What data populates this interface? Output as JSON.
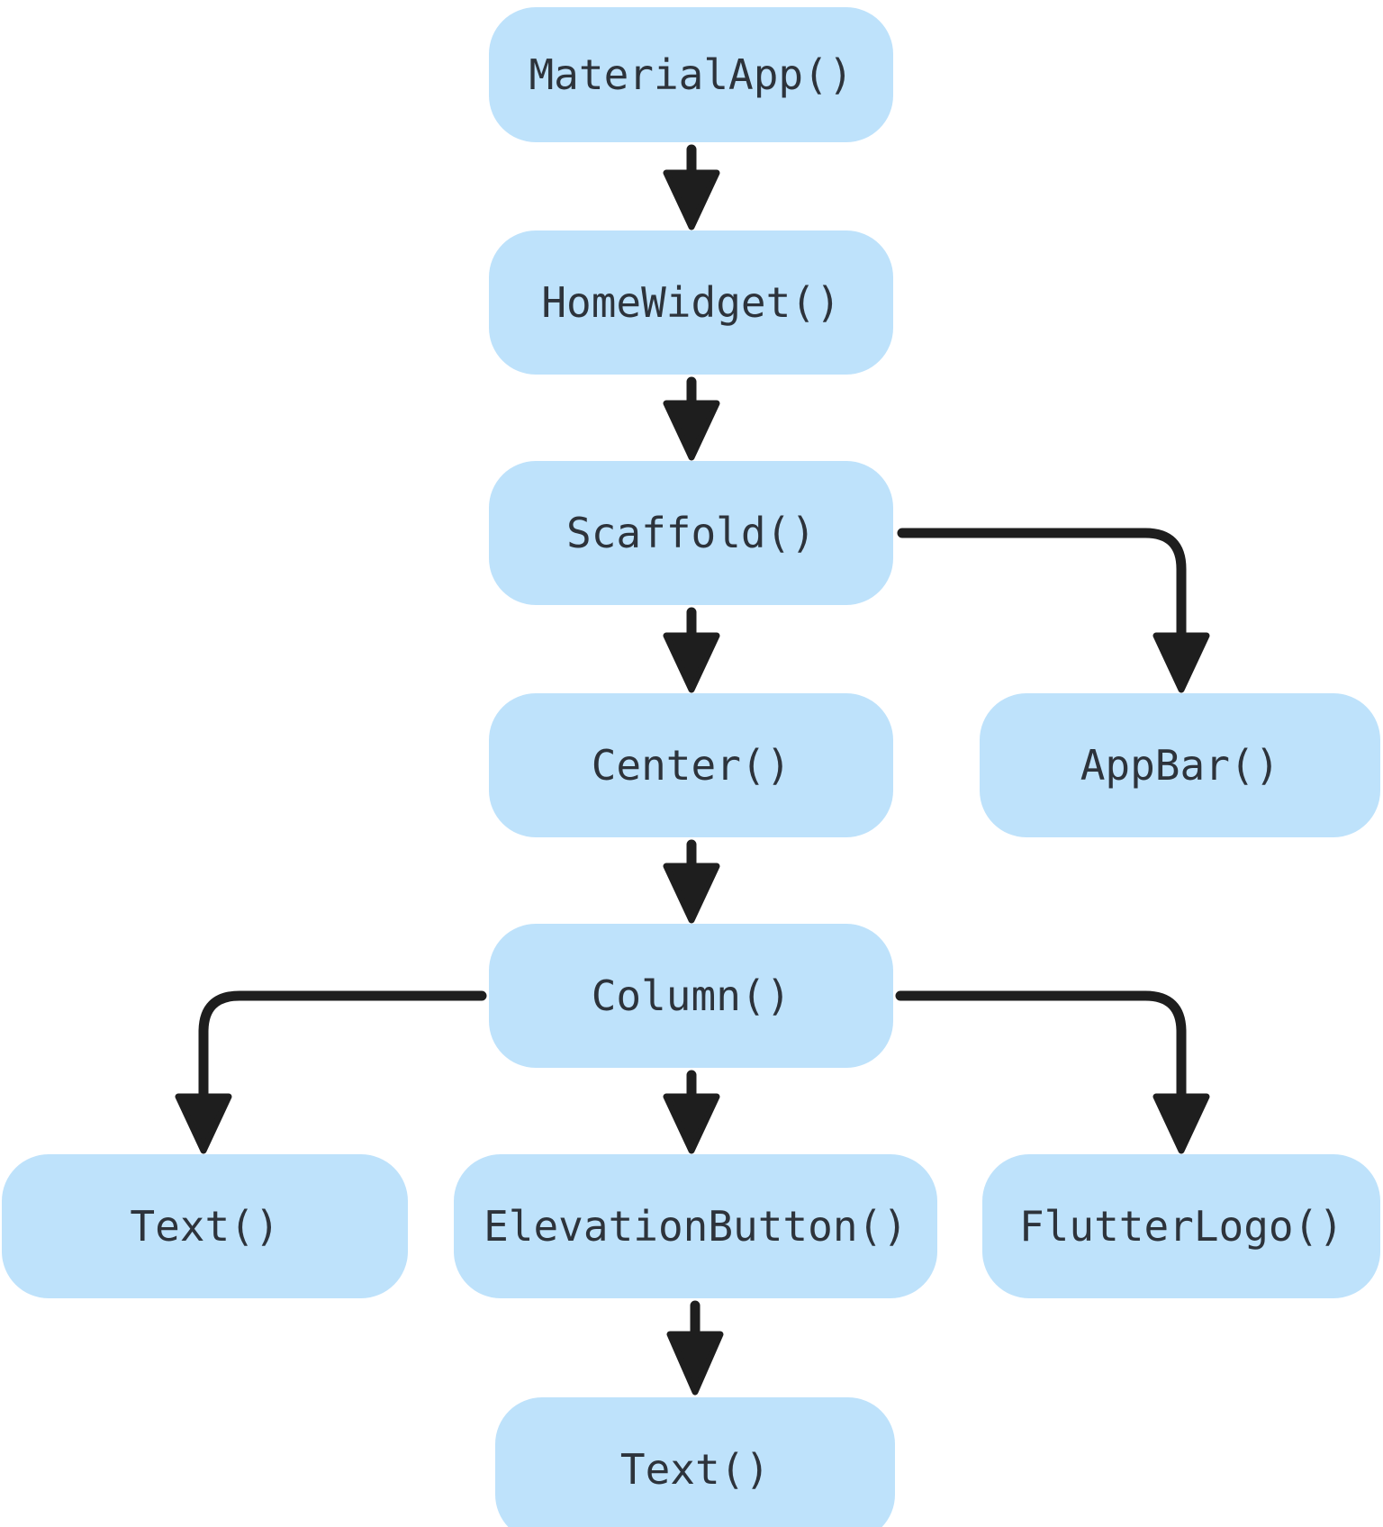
{
  "diagram": {
    "title": "Flutter widget tree diagram",
    "colors": {
      "node-fill": "#bee2fb",
      "node-text": "#2d333b",
      "arrow": "#1e1e1e",
      "background": "#ffffff"
    },
    "nodes": [
      {
        "id": "materialapp",
        "label": "MaterialApp()"
      },
      {
        "id": "homewidget",
        "label": "HomeWidget()"
      },
      {
        "id": "scaffold",
        "label": "Scaffold()"
      },
      {
        "id": "center",
        "label": "Center()"
      },
      {
        "id": "appbar",
        "label": "AppBar()"
      },
      {
        "id": "column",
        "label": "Column()"
      },
      {
        "id": "text-1",
        "label": "Text()"
      },
      {
        "id": "elevationbutton",
        "label": "ElevationButton()"
      },
      {
        "id": "flutterlogo",
        "label": "FlutterLogo()"
      },
      {
        "id": "text-2",
        "label": "Text()"
      }
    ],
    "edges": [
      {
        "from": "materialapp",
        "to": "homewidget"
      },
      {
        "from": "homewidget",
        "to": "scaffold"
      },
      {
        "from": "scaffold",
        "to": "center"
      },
      {
        "from": "scaffold",
        "to": "appbar"
      },
      {
        "from": "center",
        "to": "column"
      },
      {
        "from": "column",
        "to": "text-1"
      },
      {
        "from": "column",
        "to": "elevationbutton"
      },
      {
        "from": "column",
        "to": "flutterlogo"
      },
      {
        "from": "elevationbutton",
        "to": "text-2"
      }
    ]
  }
}
